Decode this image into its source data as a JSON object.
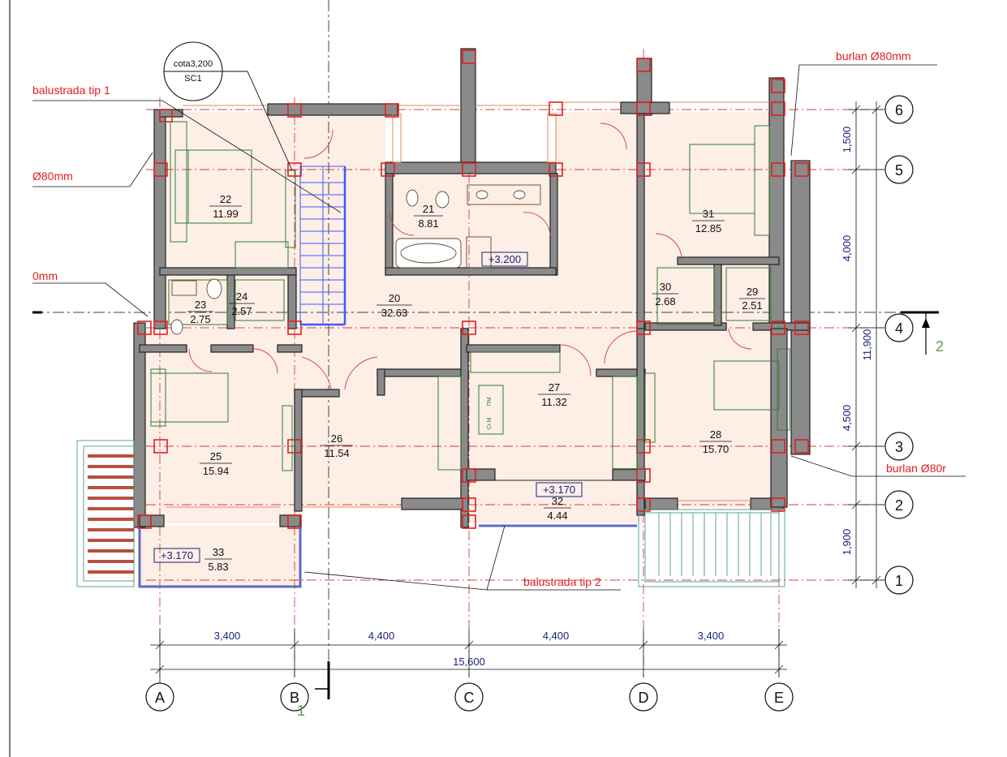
{
  "colors": {
    "wall_fill": "#8a8a8a",
    "wall_stroke": "#222222",
    "column": "#e02020",
    "axis": "#d04040",
    "floor_tint": "#fdeee6",
    "dimension": "#1a237e",
    "annotation": "#e02020",
    "furniture": "#2e7d32",
    "stair": "#3d5afe",
    "railing": "#5c6bc0",
    "terrace": "#4a9a8a"
  },
  "rooms": [
    {
      "number": "22",
      "area": "11.99"
    },
    {
      "number": "21",
      "area": "8.81"
    },
    {
      "number": "31",
      "area": "12.85"
    },
    {
      "number": "24",
      "area": "2.57"
    },
    {
      "number": "23",
      "area": "2.75"
    },
    {
      "number": "20",
      "area": "32.63"
    },
    {
      "number": "30",
      "area": "2.68"
    },
    {
      "number": "29",
      "area": "2.51"
    },
    {
      "number": "27",
      "area": "11.32"
    },
    {
      "number": "26",
      "area": "11.54"
    },
    {
      "number": "25",
      "area": "15.94"
    },
    {
      "number": "28",
      "area": "15.70"
    },
    {
      "number": "32",
      "area": "4.44"
    },
    {
      "number": "33",
      "area": "5.83"
    }
  ],
  "levels": [
    "+3.200",
    "+3.170",
    "+3.170"
  ],
  "section_mark": {
    "top": "cota3,200",
    "bottom": "SC1"
  },
  "annotations": [
    "balustrada tip 1",
    "burlan Ø80mm",
    "Ø80mm",
    "0mm",
    "burlan Ø80r",
    "balustrada tip 2"
  ],
  "axes_columns": [
    "A",
    "B",
    "C",
    "D",
    "E"
  ],
  "axes_rows": [
    "6",
    "5",
    "4",
    "3",
    "2",
    "1"
  ],
  "dims_horizontal": [
    "3,400",
    "4,400",
    "4,400",
    "3,400"
  ],
  "dim_total_horizontal": "15,600",
  "dims_vertical": [
    "1,500",
    "4,000",
    "4,500",
    "1,900"
  ],
  "dim_total_vertical": "11,900",
  "section_numbers": [
    "2",
    "1"
  ],
  "appliance_labels": [
    "ΠΜ",
    "Cr.M"
  ]
}
